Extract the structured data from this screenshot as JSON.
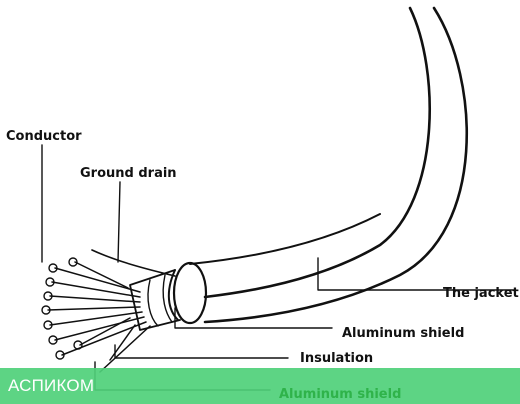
{
  "labels": {
    "conductor": "Conductor",
    "ground_drain": "Ground drain",
    "jacket": "The jacket",
    "aluminum_shield_1": "Aluminum shield",
    "insulation": "Insulation",
    "aluminum_shield_2": "Aluminum shield"
  },
  "watermark": "АСПИКОМ",
  "colors": {
    "ink": "#111111",
    "banner": "#4fd07a",
    "green_label": "#2fb34a"
  }
}
